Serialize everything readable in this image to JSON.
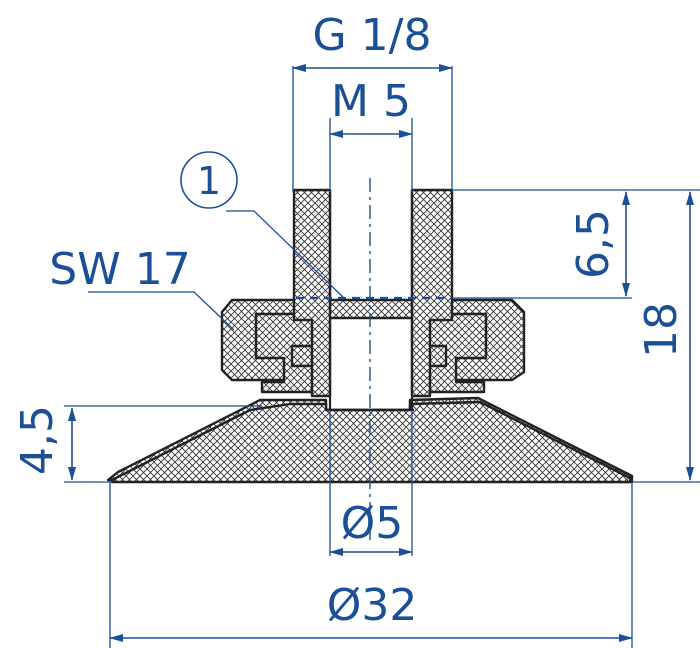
{
  "drawing": {
    "dimensions": {
      "g18": "G 1/8",
      "m5": "M 5",
      "sw17": "SW 17",
      "d65": "6,5",
      "d18": "18",
      "d45": "4,5",
      "dia5": "Ø5",
      "dia32": "Ø32"
    },
    "callout": "1",
    "colors": {
      "dimension": "#1b4f96",
      "outline": "#222222"
    }
  }
}
